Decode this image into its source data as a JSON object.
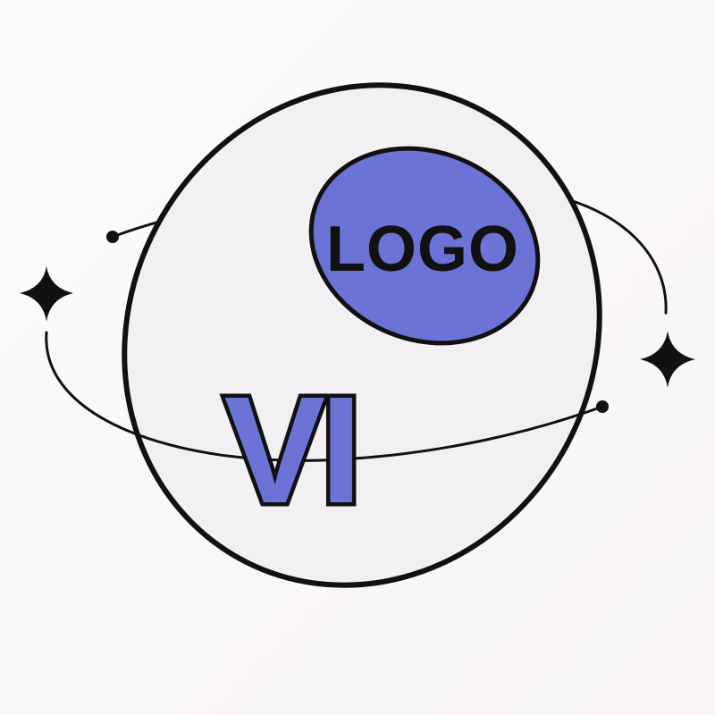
{
  "emblem": {
    "logo_text": "LOGO",
    "vi_text": "VI"
  },
  "colors": {
    "background": "#fbf9fb",
    "oval_fill": "#f2f0f3",
    "accent": "#6b73d6",
    "outline": "#111111"
  },
  "icons": {
    "left_star": "four-point-sparkle",
    "right_star": "four-point-sparkle"
  }
}
